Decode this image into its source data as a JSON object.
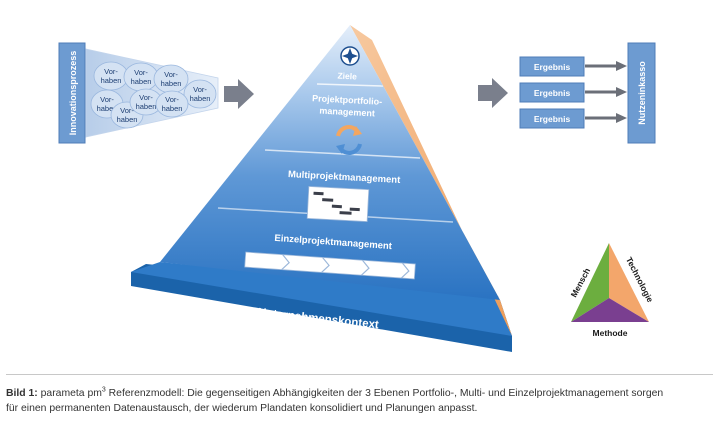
{
  "innovation": {
    "label": "Innovationsprozess",
    "bubble_top": "Vor-",
    "bubble_bottom": "haben",
    "bubble_count": 8
  },
  "pyramid": {
    "level_goals": "Ziele",
    "level_portfolio_line1": "Projektportfolio-",
    "level_portfolio_line2": "management",
    "level_multi": "Multiprojektmanagement",
    "level_single": "Einzelprojektmanagement",
    "base": "Unternehmenskontext"
  },
  "results": {
    "items": [
      "Ergebnis",
      "Ergebnis",
      "Ergebnis"
    ],
    "collector": "Nutzeninkasso"
  },
  "triangle": {
    "left": "Mensch",
    "right": "Technologie",
    "bottom": "Methode"
  },
  "caption": {
    "label": "Bild 1:",
    "brand": "parameta pm",
    "brand_sup": "3",
    "text_line1": " Referenzmodell: Die gegenseitigen Abhängigkeiten der 3 Ebenen Portfolio-, Multi- und Einzelprojektmanagement sorgen",
    "text_line2": "für einen permanenten Datenaustausch, der wiederum Plandaten konsolidiert und Planungen anpasst."
  },
  "colors": {
    "box_blue": "#6d9bd1",
    "box_border": "#4f7db8",
    "arrow_gray": "#7a7f8c",
    "pyramid_top": "#d9e6f5",
    "pyramid_mid": "#6aa0da",
    "pyramid_low": "#2f78c5",
    "base_blue": "#1f6fb9",
    "side_orange": "#f0a86a",
    "tri_green": "#6cae3f",
    "tri_purple": "#7a3f90",
    "tri_orange": "#f3a66b"
  }
}
